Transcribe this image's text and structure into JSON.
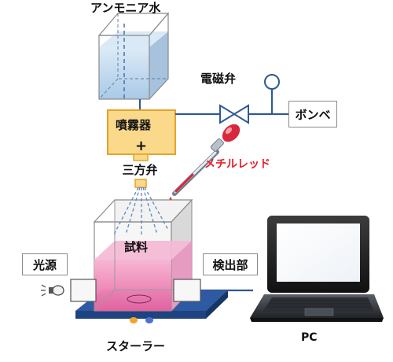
{
  "labels": {
    "ammonia_water": "アンモニア水",
    "solenoid_valve": "電磁弁",
    "cylinder": "ボンベ",
    "atomizer": "噴霧器",
    "plus": "+",
    "three_way_valve": "三方弁",
    "methyl_red": "メチルレッド",
    "sample": "試料",
    "light_source": "光源",
    "detector": "検出部",
    "stirrer": "スターラー",
    "pc": "PC"
  },
  "colors": {
    "tank_fill": "#c6ddf0",
    "atomizer_fill": "#fbd98a",
    "atomizer_border": "#e4a42a",
    "pipe": "#2f5896",
    "methyl_red_text": "#e8202a",
    "solution_pink": "#ee7ab2",
    "stirrer_plate": "#2e5aa3",
    "dropper_red": "#d8283c"
  }
}
